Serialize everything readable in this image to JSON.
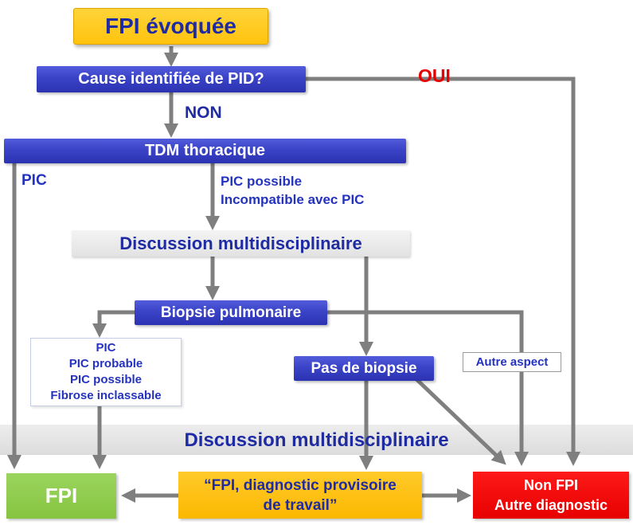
{
  "colors": {
    "arrow_gray": "#7f7f7f",
    "node_blue": "#3a43c6",
    "navy_text": "#1f2ba3",
    "label_blue": "#2433bf",
    "yellow_top": "#ffc30e",
    "yellow_bottom": "#fcb800",
    "green": "#8ecb4d",
    "red": "#e60000",
    "band_gray": "#e3e3e3",
    "oui_red": "#e80000"
  },
  "nodes": {
    "fpi_evoquee": {
      "label": "FPI évoquée"
    },
    "cause_pid": {
      "label": "Cause identifiée de PID?"
    },
    "tdm": {
      "label": "TDM thoracique"
    },
    "discussion_1": {
      "label": "Discussion multidisciplinaire"
    },
    "biopsie": {
      "label": "Biopsie pulmonaire"
    },
    "pic_list": {
      "lines": [
        "PIC",
        "PIC probable",
        "PIC possible",
        "Fibrose inclassable"
      ]
    },
    "pas_de_biopsie": {
      "label": "Pas de biopsie"
    },
    "autre_aspect": {
      "label": "Autre aspect"
    },
    "discussion_2": {
      "label": "Discussion multidisciplinaire"
    },
    "fpi": {
      "label": "FPI"
    },
    "fpi_provisoire": {
      "lines": [
        "“FPI, diagnostic provisoire",
        "de travail”"
      ]
    },
    "non_fpi": {
      "lines": [
        "Non FPI",
        "Autre diagnostic"
      ]
    }
  },
  "edge_labels": {
    "oui": "OUI",
    "non": "NON",
    "pic": "PIC",
    "pic_possible": "PIC possible",
    "incompatible": "Incompatible avec PIC"
  }
}
